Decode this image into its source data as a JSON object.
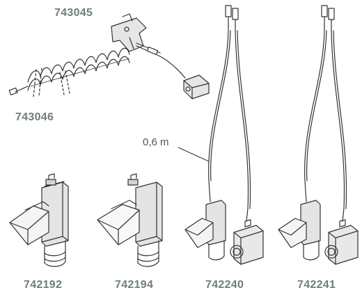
{
  "labels": {
    "code_743045": "743045",
    "code_743046": "743046",
    "length": "0,6 m",
    "code_742192": "742192",
    "code_742194": "742194",
    "code_742240": "742240",
    "code_742241": "742241"
  },
  "colors": {
    "code_text": "#6f7f75",
    "line": "#3a3a3a",
    "body_grey": "#d8d8d8"
  }
}
